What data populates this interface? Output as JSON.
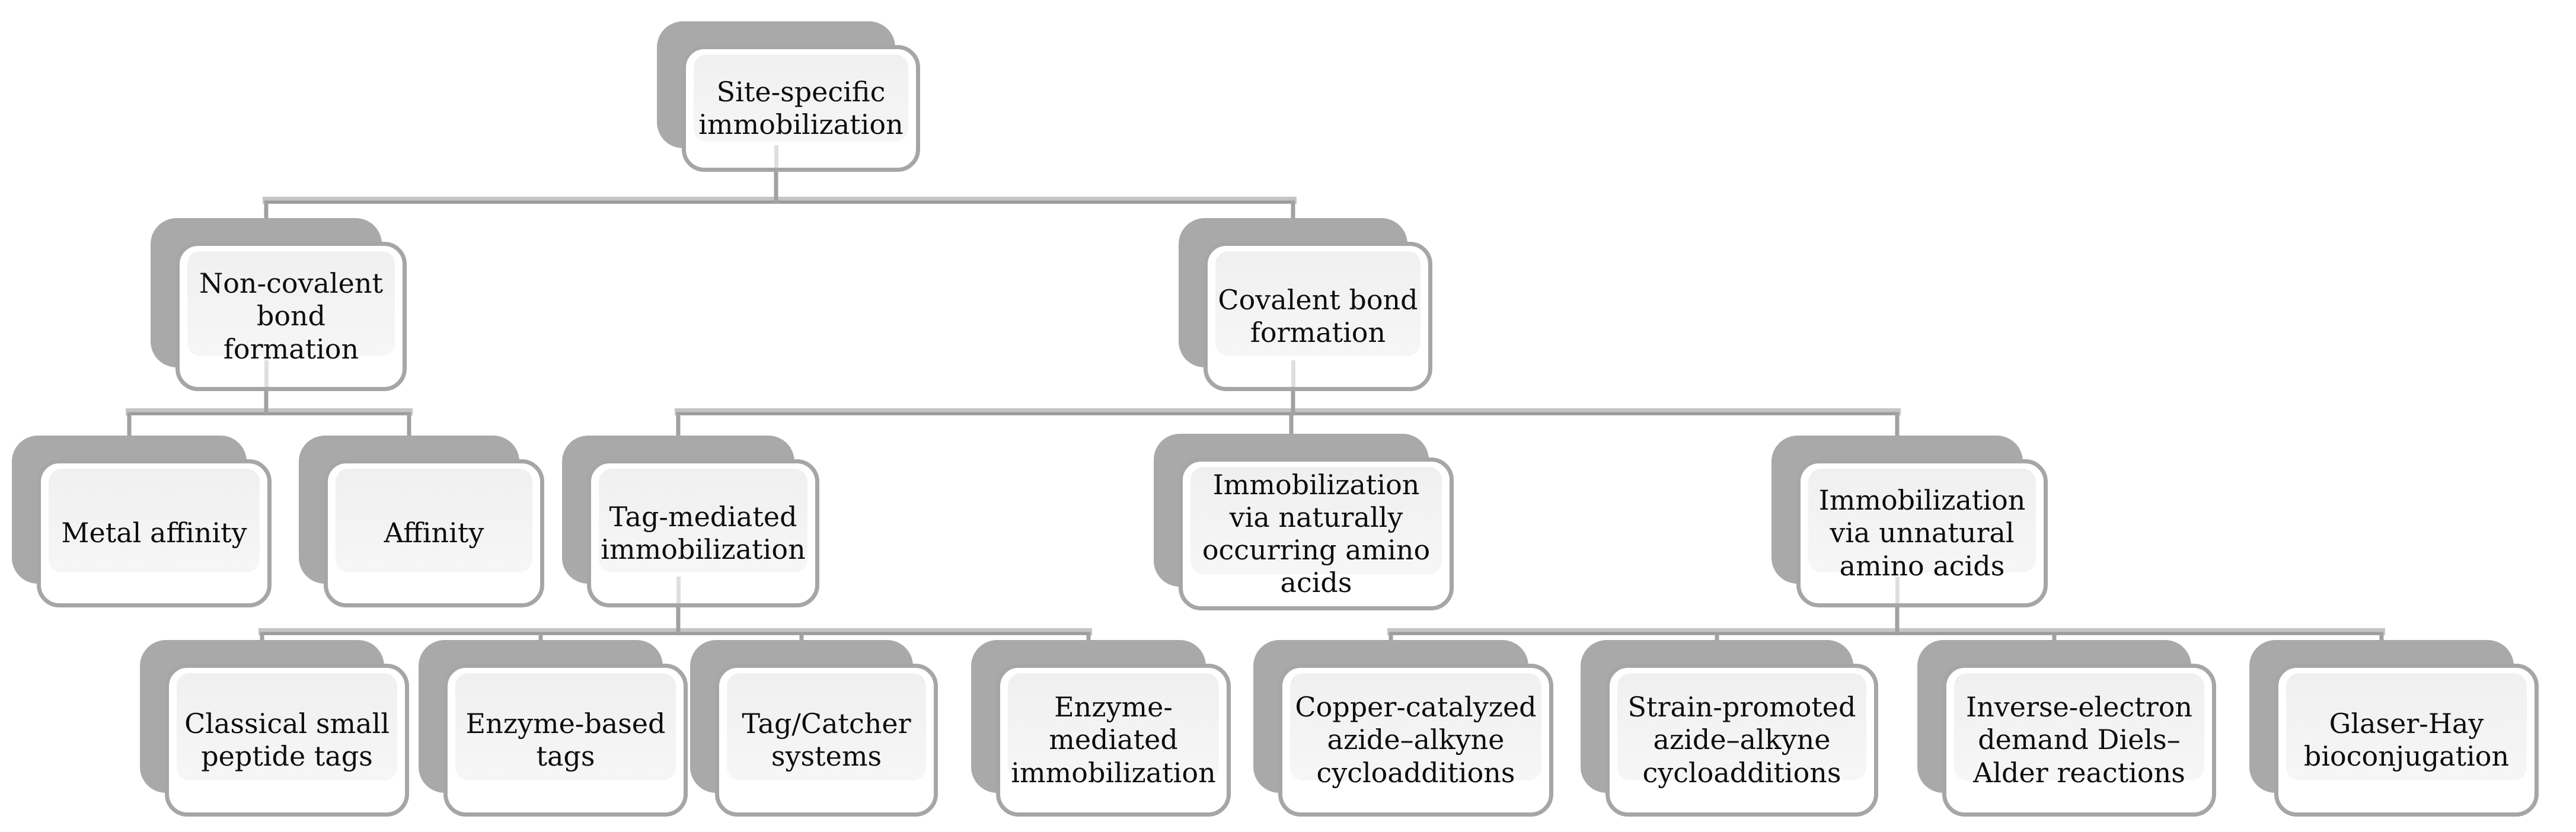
{
  "figure": {
    "kind": "hierarchy-diagram",
    "colors": {
      "box_shadow": "#a9a9a9",
      "box_border": "#a6a6a6",
      "box_inset_fill": "#f0f0f0",
      "text": "#0d0d0d",
      "connector_vertical": "#a1a1a1",
      "connector_band_light": "#c4c4c4",
      "connector_band_dark": "#9b9b9b",
      "inner_stub": "#dfdfdf"
    }
  },
  "tree": {
    "id": "root",
    "label": "Site-specific\nimmobilization",
    "children": [
      {
        "id": "noncovalent",
        "label": "Non-covalent\nbond\nformation",
        "children": [
          {
            "id": "metal",
            "label": "Metal affinity"
          },
          {
            "id": "affinity",
            "label": "Affinity"
          }
        ]
      },
      {
        "id": "covalent",
        "label": "Covalent bond\nformation",
        "children": [
          {
            "id": "tagmediated",
            "label": "Tag-mediated\nimmobilization",
            "children": [
              {
                "id": "classical",
                "label": "Classical small\npeptide tags"
              },
              {
                "id": "enzymetags",
                "label": "Enzyme-based\ntags"
              },
              {
                "id": "tagcatcher",
                "label": "Tag/Catcher\nsystems"
              },
              {
                "id": "enzymemediated",
                "label": "Enzyme-\nmediated\nimmobilization"
              }
            ]
          },
          {
            "id": "natural",
            "label": "Immobilization\nvia naturally\noccurring amino\nacids"
          },
          {
            "id": "unnatural",
            "label": "Immobilization\nvia unnatural\namino acids",
            "children": [
              {
                "id": "cuaac",
                "label": "Copper-catalyzed\nazide–alkyne\ncycloadditions"
              },
              {
                "id": "spaac",
                "label": "Strain-promoted\nazide–alkyne\ncycloadditions"
              },
              {
                "id": "iedda",
                "label": "Inverse-electron\ndemand Diels–\nAlder reactions"
              },
              {
                "id": "glaser",
                "label": "Glaser-Hay\nbioconjugation"
              }
            ]
          }
        ]
      }
    ]
  }
}
